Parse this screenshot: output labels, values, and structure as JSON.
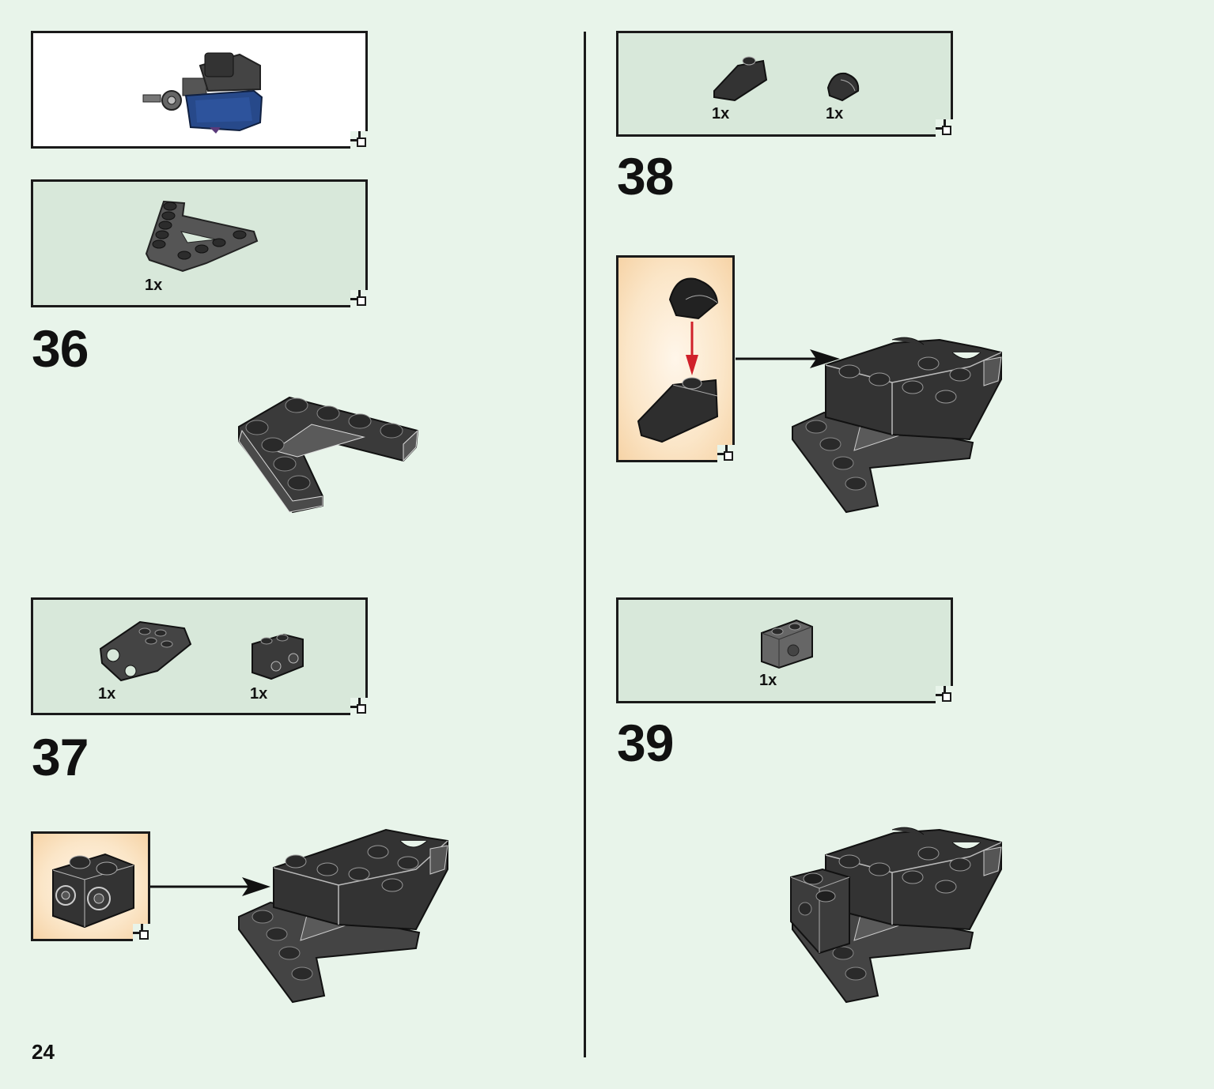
{
  "page": {
    "number": "24"
  },
  "steps": [
    {
      "number": "36",
      "parts": [
        {
          "qty": "1x",
          "icon": "angle-plate-icon"
        }
      ]
    },
    {
      "number": "37",
      "parts": [
        {
          "qty": "1x",
          "icon": "hinge-brick-icon"
        },
        {
          "qty": "1x",
          "icon": "stud-side-brick-icon"
        }
      ]
    },
    {
      "number": "38",
      "parts": [
        {
          "qty": "1x",
          "icon": "slope-brick-icon"
        },
        {
          "qty": "1x",
          "icon": "round-brick-icon"
        }
      ]
    },
    {
      "number": "39",
      "parts": [
        {
          "qty": "1x",
          "icon": "technic-brick-icon"
        }
      ]
    }
  ],
  "colors": {
    "background": "#e8f4ea",
    "parts_panel": "#d8e8da",
    "subassembly": "#fbe6c8",
    "brick": "#333333",
    "plate": "#5a5a5a",
    "accent_blue": "#27498a",
    "arrow_red": "#d0202a"
  }
}
